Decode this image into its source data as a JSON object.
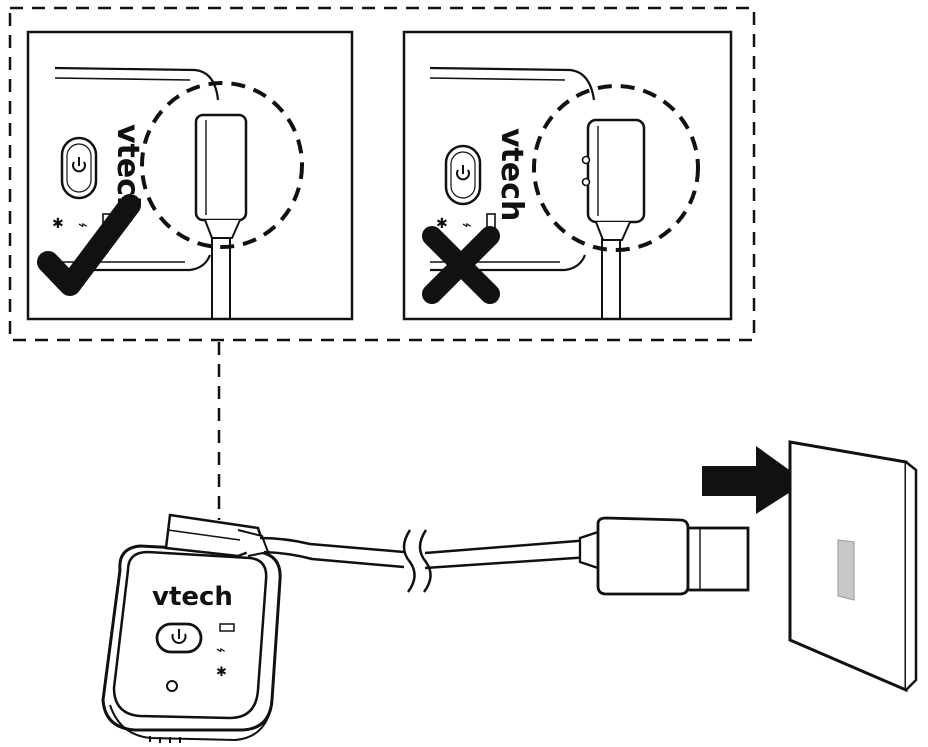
{
  "brand": {
    "logo_text": "vtech"
  },
  "panels": [
    {
      "id": "correct",
      "verdict": "check-mark"
    },
    {
      "id": "incorrect",
      "verdict": "cross-mark"
    }
  ],
  "colors": {
    "ink": "#111111",
    "paper": "#ffffff",
    "outlet_slot": "#c8c8c8"
  }
}
